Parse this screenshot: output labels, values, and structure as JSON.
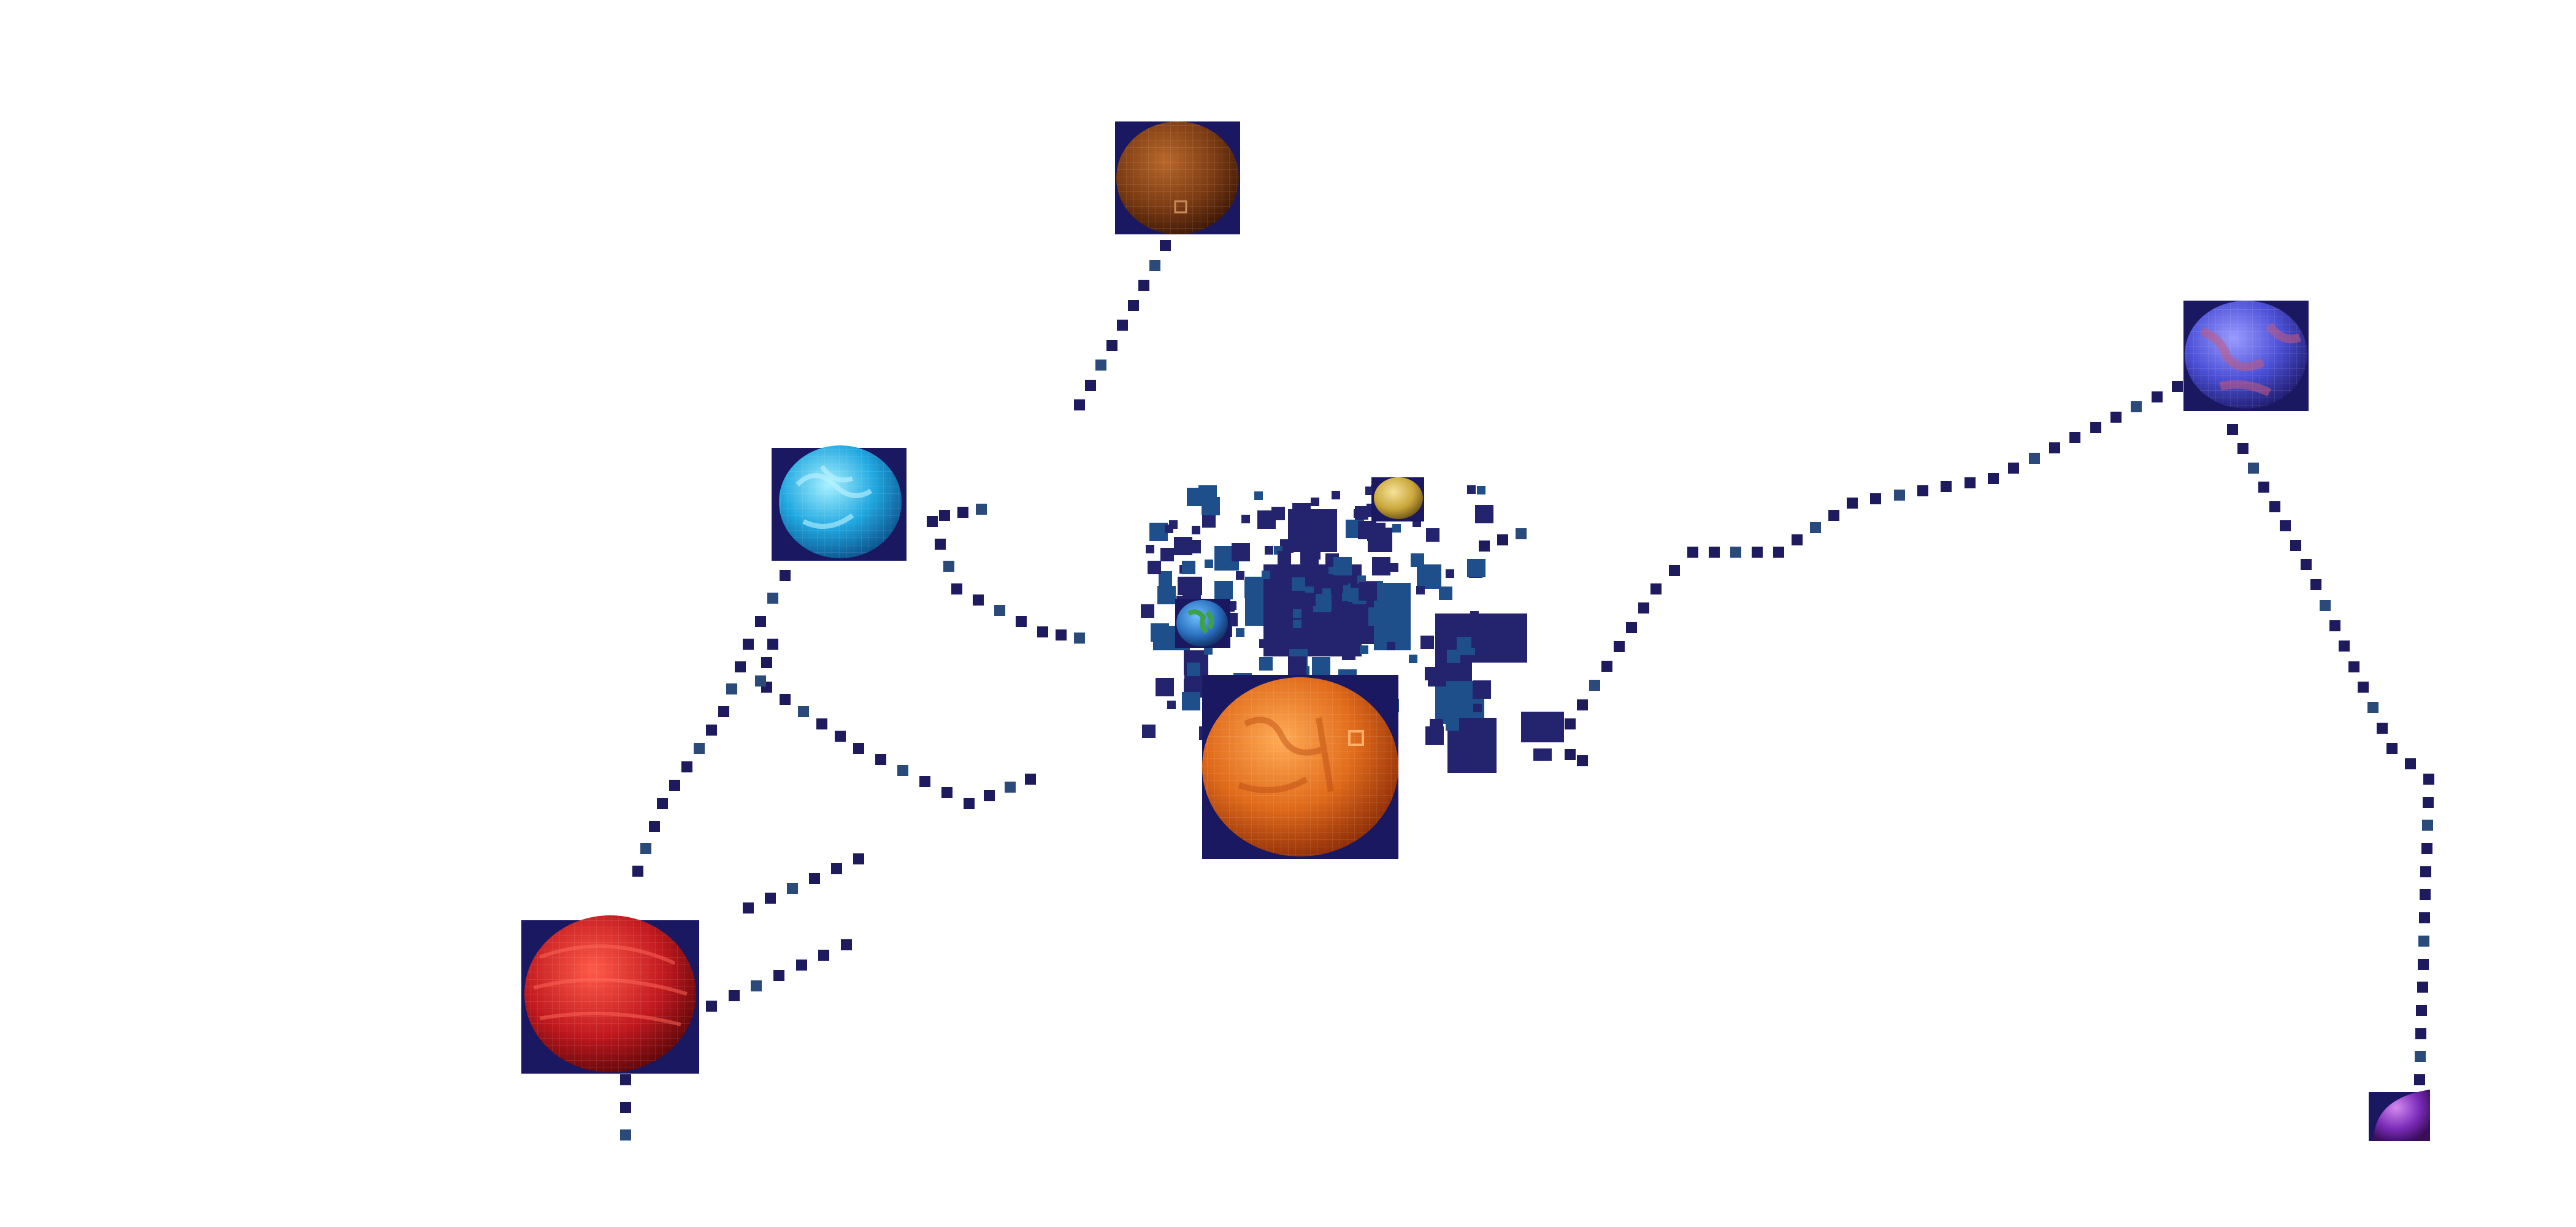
{
  "map": {
    "background_color": "#ffffff",
    "trail_color": "#1d1b5e",
    "planets": [
      {
        "id": "planet-brown",
        "kind": "rocky",
        "color": "#7a3a12",
        "highlight": "#b8672a"
      },
      {
        "id": "planet-cyan",
        "kind": "ice",
        "color": "#1fa7e0",
        "highlight": "#7fe0ff"
      },
      {
        "id": "planet-red",
        "kind": "gas",
        "color": "#b3141a",
        "highlight": "#ff4a3a"
      },
      {
        "id": "planet-orange",
        "kind": "desert",
        "color": "#d9661a",
        "highlight": "#ff9a3a"
      },
      {
        "id": "planet-earth",
        "kind": "terran",
        "color": "#2a6fbf",
        "highlight": "#3fa04a"
      },
      {
        "id": "planet-yellow",
        "kind": "moon",
        "color": "#c9a63a",
        "highlight": "#f0d98a"
      },
      {
        "id": "planet-blue",
        "kind": "storm",
        "color": "#4a4fd6",
        "highlight": "#c75a7a"
      },
      {
        "id": "planet-purple",
        "kind": "gas",
        "color": "#7a2bb8",
        "highlight": "#c46ae0"
      }
    ],
    "icons": [
      "planet-icon",
      "trail-dot-icon",
      "pixel-cluster-icon"
    ]
  }
}
